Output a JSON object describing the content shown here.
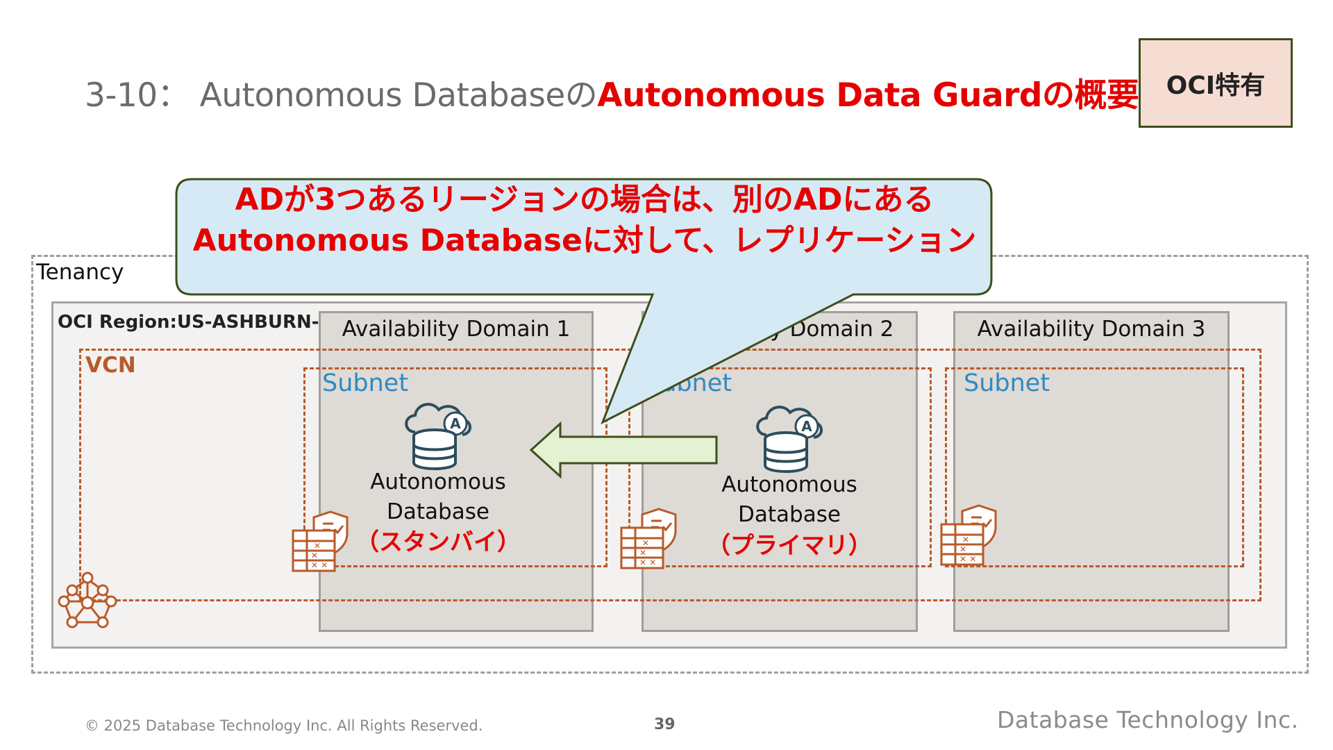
{
  "header": {
    "title_prefix": "3-10： Autonomous Databaseの",
    "title_highlight": "Autonomous Data Guardの概要図",
    "title_suffix": " 2",
    "badge": "OCI特有"
  },
  "callout": {
    "text": "ADが3つあるリージョンの場合は、別のADにあるAutonomous Databaseに対して、レプリケーション"
  },
  "diagram": {
    "tenancy_label": "Tenancy",
    "region_label": "OCI Region:US-ASHBURN-1",
    "vcn_label": "VCN",
    "availability_domains": [
      {
        "label": "Availability Domain 1",
        "subnet_label": "Subnet",
        "db_line1": "Autonomous",
        "db_line2": "Database",
        "db_role": "（スタンバイ）"
      },
      {
        "label": "Availability Domain 2",
        "subnet_label": "Subnet",
        "db_line1": "Autonomous",
        "db_line2": "Database",
        "db_role": "（プライマリ）"
      },
      {
        "label": "Availability Domain 3",
        "subnet_label": "Subnet"
      }
    ]
  },
  "footer": {
    "copyright": "© 2025 Database Technology Inc. All Rights Reserved.",
    "page_number": "39",
    "logo_text": "Database Technology Inc."
  },
  "colors": {
    "highlight_red": "#e60000",
    "vcn_orange": "#b85a2a",
    "subnet_blue": "#2f8ac3",
    "callout_fill": "#d6eaf5",
    "callout_border": "#3d4f1c",
    "arrow_fill": "#e4f2d3",
    "db_icon": "#2c4d5c"
  }
}
